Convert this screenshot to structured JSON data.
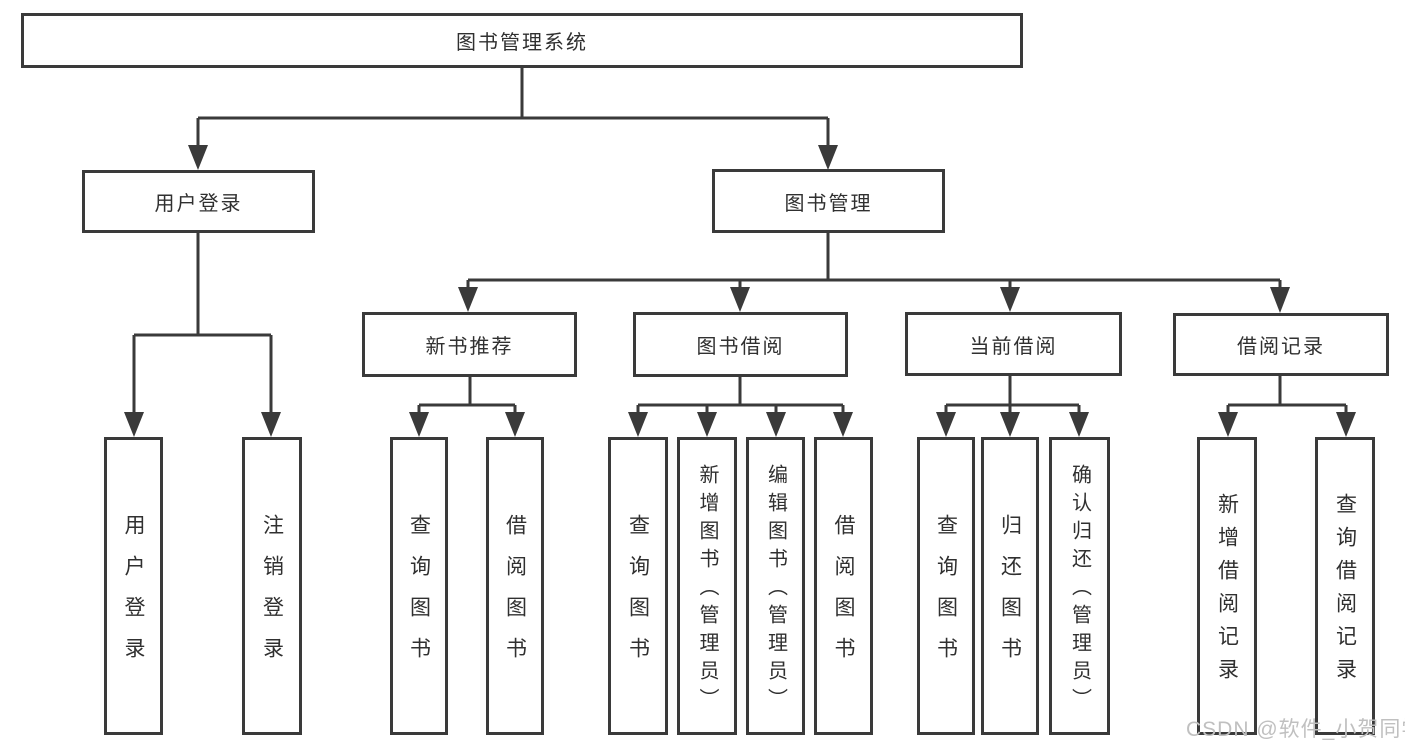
{
  "nodes": {
    "root": "图书管理系统",
    "level2": [
      "用户登录",
      "图书管理"
    ],
    "level3": [
      "新书推荐",
      "图书借阅",
      "当前借阅",
      "借阅记录"
    ],
    "leaves": [
      "用户登录",
      "注销登录",
      "查询图书",
      "借阅图书",
      "查询图书",
      "新增图书（管理员）",
      "编辑图书（管理员）",
      "借阅图书",
      "查询图书",
      "归还图书",
      "确认归还（管理员）",
      "新增借阅记录",
      "查询借阅记录"
    ]
  },
  "watermark": "CSDN @软件_小贺同学",
  "colors": {
    "line": "#3a3a3a",
    "text": "#303030",
    "watermark": "#c0c0c0",
    "background": "#ffffff"
  }
}
